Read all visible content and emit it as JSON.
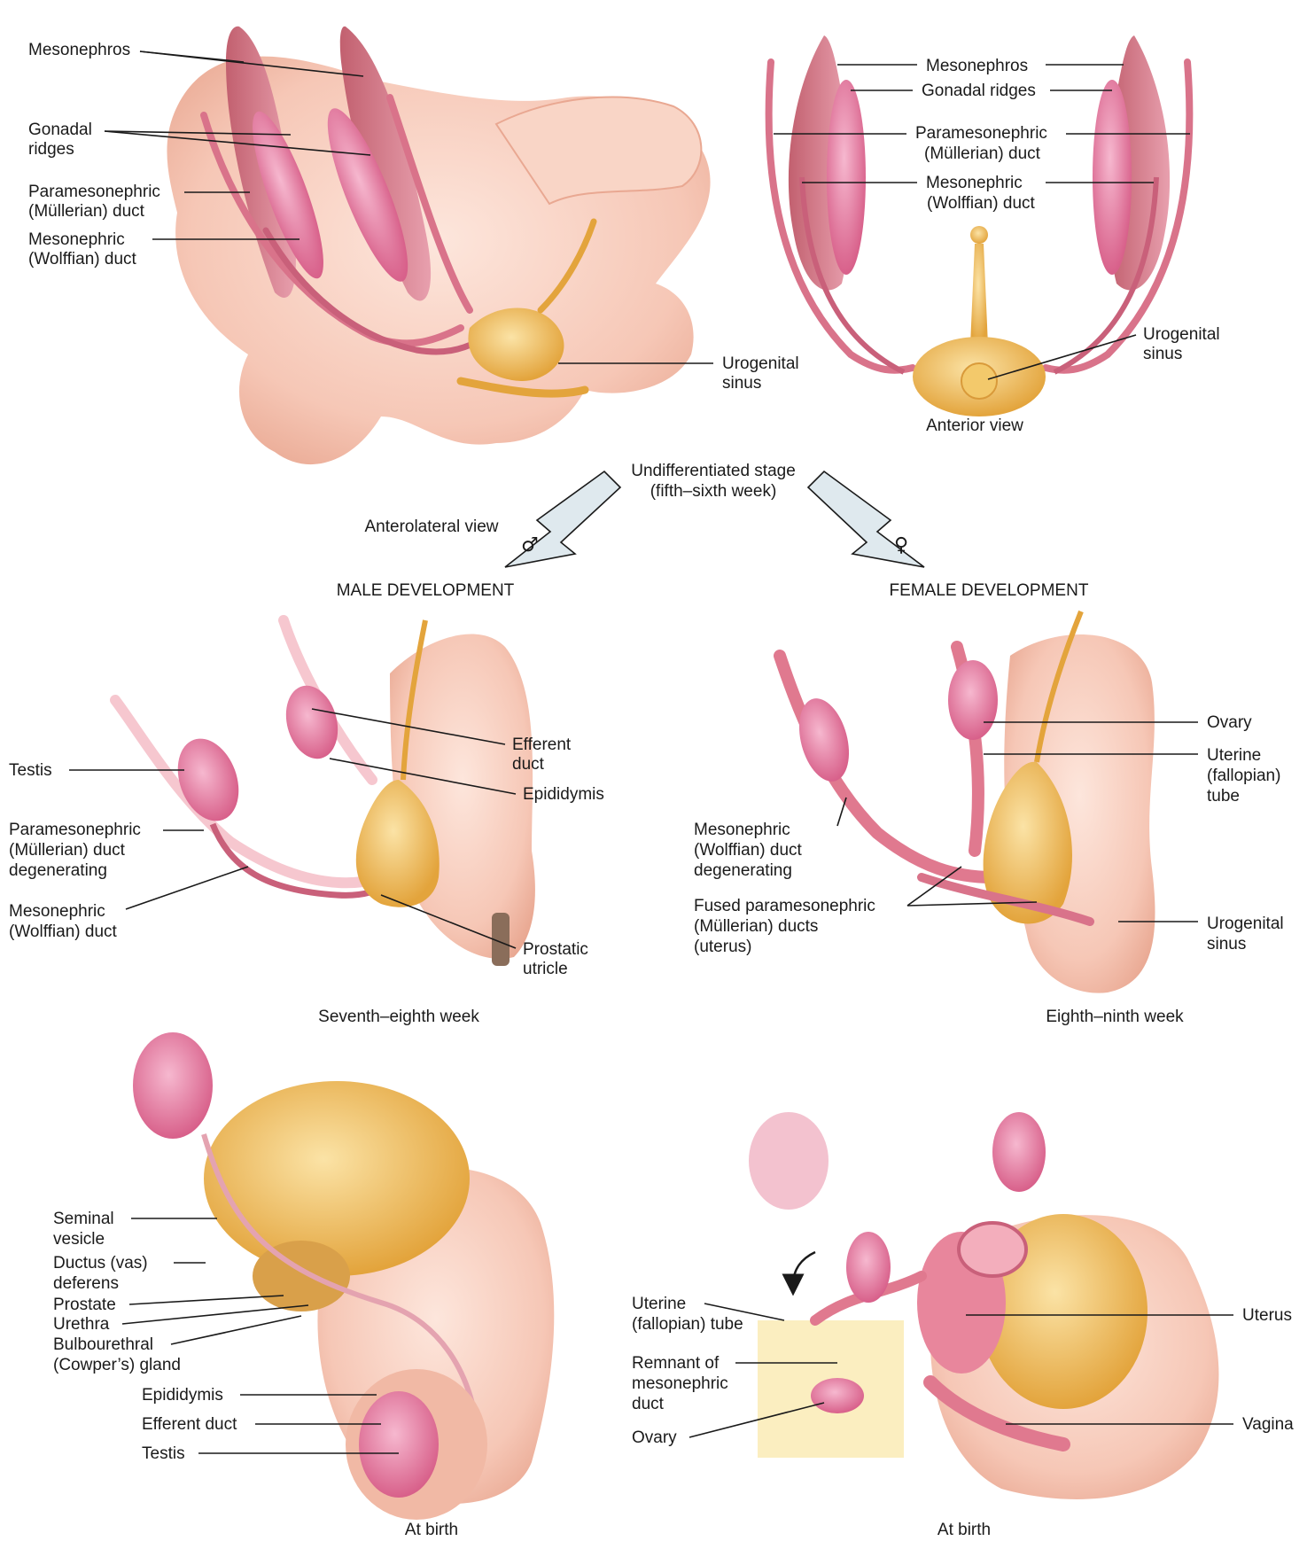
{
  "colors": {
    "tissue": "#f6c7b6",
    "tissue_dark": "#e9a892",
    "duct": "#d9738a",
    "gonad": "#e0789a",
    "sinus": "#e8b24e",
    "box": "#fbeec0",
    "arrow": "#dfe9ee"
  },
  "undifferentiated": {
    "labels_left": {
      "mesonephros": "Mesonephros",
      "gonadal_ridges_1": "Gonadal",
      "gonadal_ridges_2": "ridges",
      "paramesonephric_1": "Paramesonephric",
      "paramesonephric_2": "(Müllerian) duct",
      "mesonephric_1": "Mesonephric",
      "mesonephric_2": "(Wolffian) duct",
      "urogenital_1": "Urogenital",
      "urogenital_2": "sinus"
    },
    "labels_right": {
      "mesonephros": "Mesonephros",
      "gonadal_ridges": "Gonadal ridges",
      "paramesonephric_1": "Paramesonephric",
      "paramesonephric_2": "(Müllerian) duct",
      "mesonephric_1": "Mesonephric",
      "mesonephric_2": "(Wolffian) duct",
      "urogenital_1": "Urogenital",
      "urogenital_2": "sinus"
    },
    "anterior_view": "Anterior view",
    "anterolateral_view": "Anterolateral view",
    "stage_1": "Undifferentiated stage",
    "stage_2": "(fifth–sixth week)",
    "male_symbol": "♂",
    "female_symbol": "♀"
  },
  "male": {
    "heading": "MALE DEVELOPMENT",
    "week": {
      "efferent_1": "Efferent",
      "efferent_2": "duct",
      "epididymis": "Epididymis",
      "testis": "Testis",
      "para_1": "Paramesonephric",
      "para_2": "(Müllerian) duct",
      "para_3": "degenerating",
      "meso_1": "Mesonephric",
      "meso_2": "(Wolffian) duct",
      "prostatic_1": "Prostatic",
      "prostatic_2": "utricle",
      "caption": "Seventh–eighth week"
    },
    "birth": {
      "seminal_1": "Seminal",
      "seminal_2": "vesicle",
      "ductus_1": "Ductus (vas)",
      "ductus_2": "deferens",
      "prostate": "Prostate",
      "urethra": "Urethra",
      "bulbo_1": "Bulbourethral",
      "bulbo_2": "(Cowper’s) gland",
      "epididymis": "Epididymis",
      "efferent": "Efferent duct",
      "testis": "Testis",
      "caption": "At birth"
    }
  },
  "female": {
    "heading": "FEMALE DEVELOPMENT",
    "week": {
      "ovary": "Ovary",
      "uterine_1": "Uterine",
      "uterine_2": "(fallopian)",
      "uterine_3": "tube",
      "meso_1": "Mesonephric",
      "meso_2": "(Wolffian) duct",
      "meso_3": "degenerating",
      "fused_1": "Fused paramesonephric",
      "fused_2": "(Müllerian) ducts",
      "fused_3": "(uterus)",
      "urogenital_1": "Urogenital",
      "urogenital_2": "sinus",
      "caption": "Eighth–ninth week"
    },
    "birth": {
      "uterine_1": "Uterine",
      "uterine_2": "(fallopian) tube",
      "remnant_1": "Remnant of",
      "remnant_2": "mesonephric",
      "remnant_3": "duct",
      "ovary": "Ovary",
      "uterus": "Uterus",
      "vagina": "Vagina",
      "caption": "At birth"
    }
  }
}
